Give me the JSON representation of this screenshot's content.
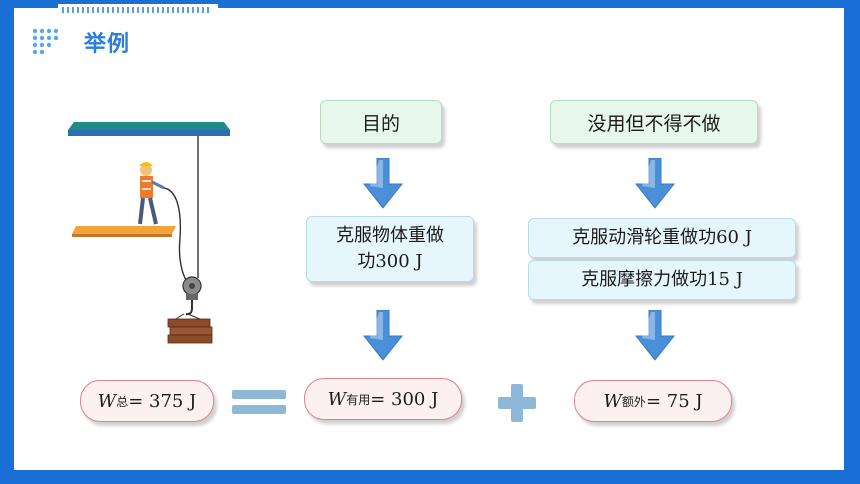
{
  "heading": "举例",
  "purpose_label": "目的",
  "extra_label": "没用但不得不做",
  "useful_work": {
    "line1": "克服物体重做",
    "line2": "功300 J"
  },
  "extra_work": [
    {
      "text": "克服动滑轮重做功60 J"
    },
    {
      "text": "克服摩擦力做功15 J"
    }
  ],
  "equation": {
    "total": {
      "symbol": "W",
      "sub": "总",
      "value": "= 375 J"
    },
    "useful": {
      "symbol": "W",
      "sub": "有用",
      "value": "= 300 J"
    },
    "extra": {
      "symbol": "W",
      "sub": "额外",
      "value": "= 75 J"
    }
  },
  "colors": {
    "frame": "#1a6fd6",
    "heading": "#2a7de1",
    "arrow": "#4a90d9",
    "operator": "#8fb8d8",
    "green_box": "#e8f7ec",
    "blue_box": "#e6f6fd",
    "pink_box": "#fdf0f1"
  }
}
